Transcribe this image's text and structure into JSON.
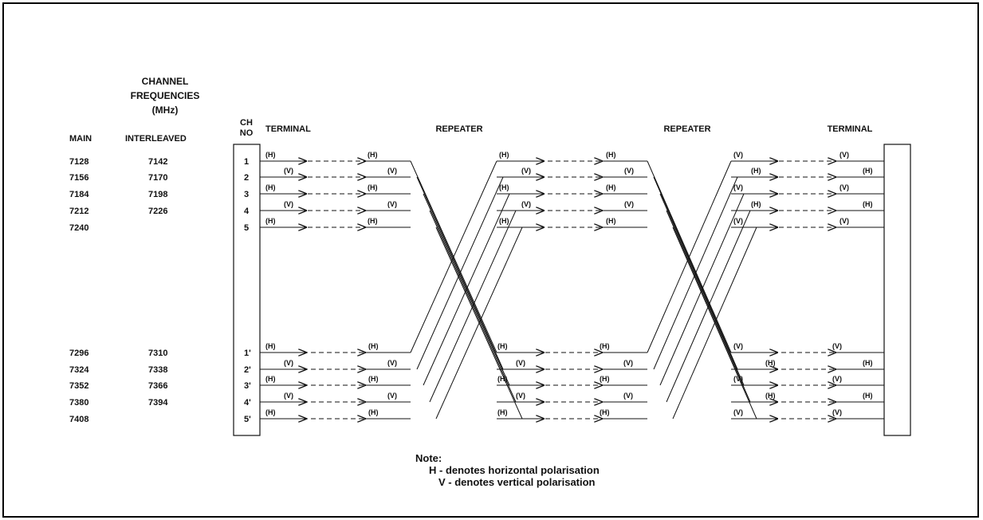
{
  "header": {
    "channel_frequencies": [
      "CHANNEL",
      "FREQUENCIES",
      "(MHz)"
    ],
    "main": "MAIN",
    "interleaved": "INTERLEAVED",
    "ch_no": [
      "CH",
      "NO"
    ],
    "terminal_left": "TERMINAL",
    "repeater_1": "REPEATER",
    "repeater_2": "REPEATER",
    "terminal_right": "TERMINAL"
  },
  "go_channels": [
    {
      "main": "7128",
      "interleaved": "7142",
      "ch": "1"
    },
    {
      "main": "7156",
      "interleaved": "7170",
      "ch": "2"
    },
    {
      "main": "7184",
      "interleaved": "7198",
      "ch": "3"
    },
    {
      "main": "7212",
      "interleaved": "7226",
      "ch": "4"
    },
    {
      "main": "7240",
      "interleaved": "",
      "ch": "5"
    }
  ],
  "return_channels": [
    {
      "main": "7296",
      "interleaved": "7310",
      "ch": "1'"
    },
    {
      "main": "7324",
      "interleaved": "7338",
      "ch": "2'"
    },
    {
      "main": "7352",
      "interleaved": "7366",
      "ch": "3'"
    },
    {
      "main": "7380",
      "interleaved": "7394",
      "ch": "4'"
    },
    {
      "main": "7408",
      "interleaved": "",
      "ch": "5'"
    }
  ],
  "polarisation": {
    "go_hop1": [
      "(H)",
      "(V)",
      "(H)",
      "(V)",
      "(H)"
    ],
    "go_hop2": [
      "(H)",
      "(V)",
      "(H)",
      "(V)",
      "(H)"
    ],
    "go_hop3": [
      "(V)",
      "(H)",
      "(V)",
      "(H)",
      "(V)"
    ],
    "ret_hop1": [
      "(H)",
      "(V)",
      "(H)",
      "(V)",
      "(H)"
    ],
    "ret_hop2": [
      "(H)",
      "(V)",
      "(H)",
      "(V)",
      "(H)"
    ],
    "ret_hop3": [
      "(V)",
      "(H)",
      "(V)",
      "(H)",
      "(V)"
    ]
  },
  "note": {
    "title": "Note:",
    "line1": "H - denotes horizontal polarisation",
    "line2": "V - denotes vertical polarisation"
  }
}
